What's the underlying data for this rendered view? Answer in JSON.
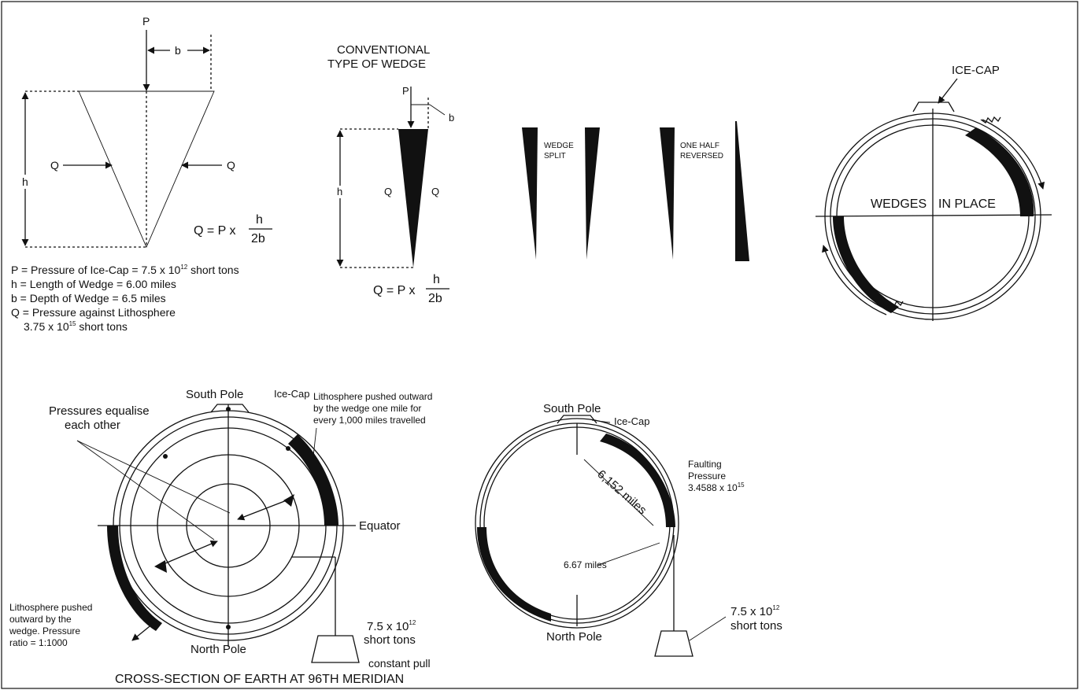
{
  "wedge_diagram": {
    "p_label": "P",
    "b_label": "b",
    "h_label": "h",
    "q_left": "Q",
    "q_right": "Q",
    "formula_lhs": "Q = P x",
    "formula_num": "h",
    "formula_den": "2b"
  },
  "legend": {
    "line1": "P = Pressure of Ice-Cap = 7.5 x 10",
    "line1_exp": "12",
    "line1_tail": " short tons",
    "line2": "h = Length of Wedge = 6.00 miles",
    "line3": "b = Depth of Wedge = 6.5 miles",
    "line4": "Q = Pressure against Lithosphere",
    "line5": "3.75 x 10",
    "line5_exp": "15",
    "line5_tail": " short tons"
  },
  "conventional": {
    "title_line1": "CONVENTIONAL",
    "title_line2": "TYPE OF WEDGE",
    "p_label": "P",
    "b_label": "b",
    "h_label": "h",
    "q_left": "Q",
    "q_right": "Q",
    "formula_lhs": "Q = P x",
    "formula_num": "h",
    "formula_den": "2b"
  },
  "split": {
    "label_line1": "WEDGE",
    "label_line2": "SPLIT",
    "half_line1": "ONE HALF",
    "half_line2": "REVERSED"
  },
  "globe_right": {
    "icecap": "ICE-CAP",
    "wedges_left": "WEDGES",
    "wedges_right": "IN PLACE"
  },
  "cross_section": {
    "south_pole": "South Pole",
    "north_pole": "North Pole",
    "ice_cap": "Ice-Cap",
    "equator": "Equator",
    "pressures_line1": "Pressures equalise",
    "pressures_line2": "each other",
    "litho_top_line1": "Lithosphere pushed outward",
    "litho_top_line2": "by the wedge one mile for",
    "litho_top_line3": "every 1,000 miles travelled",
    "litho_bl_line1": "Lithosphere pushed",
    "litho_bl_line2": "outward  by  the",
    "litho_bl_line3": "wedge.  Pressure",
    "litho_bl_line4": "ratio = 1:1000",
    "weight_line1": "7.5 x 10",
    "weight_exp": "12",
    "weight_line2": "short tons",
    "constant": "constant pull",
    "caption": "CROSS-SECTION OF EARTH AT 96TH MERIDIAN"
  },
  "faulting": {
    "south_pole": "South Pole",
    "north_pole": "North Pole",
    "ice_cap": "Ice-Cap",
    "distance": "6,152 miles",
    "faulting_line1": "Faulting",
    "faulting_line2": "Pressure",
    "faulting_line3": "3.4588 x 10",
    "faulting_exp": "15",
    "miles": "6.67 miles",
    "weight_line1": "7.5 x 10",
    "weight_exp": "12",
    "weight_line2": "short tons"
  }
}
